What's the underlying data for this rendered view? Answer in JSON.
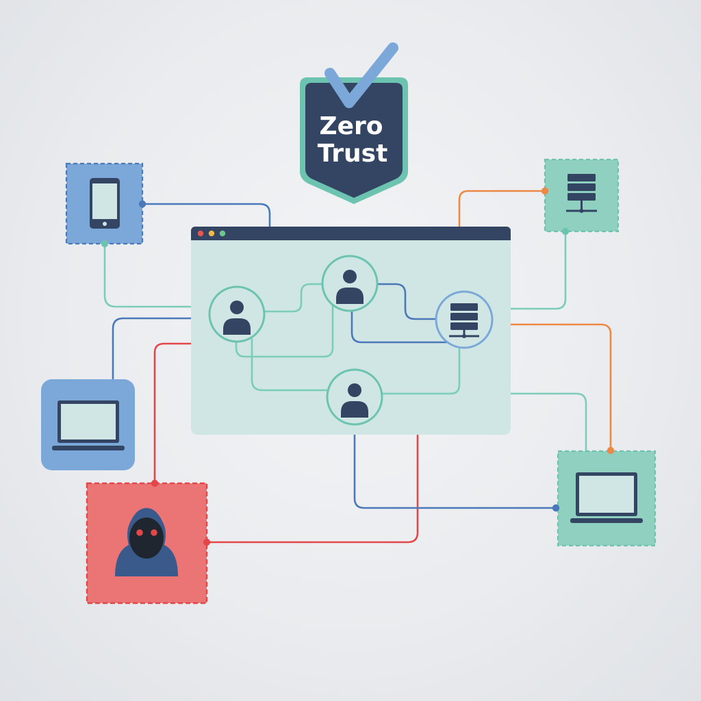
{
  "badge": {
    "line1": "Zero",
    "line2": "Trust"
  },
  "colors": {
    "navy": "#344563",
    "teal": "#6cc4b0",
    "teal_line": "#7bcdb9",
    "blue": "#4a78b8",
    "blue_tile": "#7ba8d8",
    "orange": "#ec8a45",
    "red": "#e2474a",
    "red_tile": "#eb7575",
    "panel": "#cfe6e4",
    "green_tile": "#8fd0c0",
    "hood": "#3a5a8c"
  },
  "devices": [
    {
      "id": "mobile",
      "icon": "smartphone-icon",
      "boundary": "dashed"
    },
    {
      "id": "laptop-left",
      "icon": "laptop-icon",
      "boundary": "solid"
    },
    {
      "id": "server-top-right",
      "icon": "server-icon",
      "boundary": "dashed"
    },
    {
      "id": "laptop-right",
      "icon": "laptop-icon",
      "boundary": "dashed"
    },
    {
      "id": "attacker",
      "icon": "hooded-hacker-icon",
      "boundary": "dashed"
    }
  ],
  "internal_nodes": [
    {
      "id": "user-a",
      "icon": "user-icon"
    },
    {
      "id": "user-b",
      "icon": "user-icon"
    },
    {
      "id": "user-c",
      "icon": "user-icon"
    },
    {
      "id": "server",
      "icon": "server-icon"
    }
  ]
}
